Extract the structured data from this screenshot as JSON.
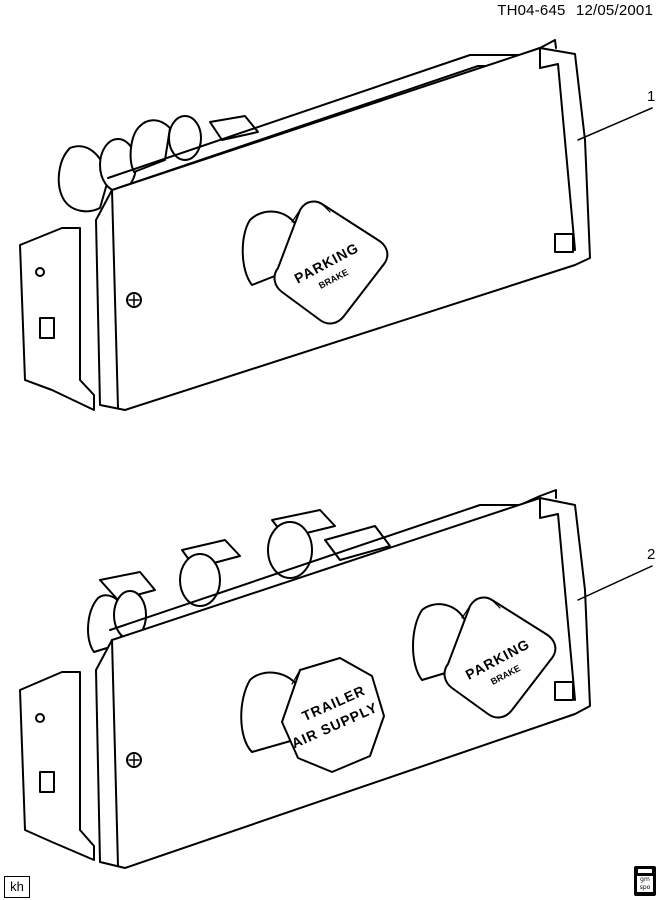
{
  "header": {
    "drawing_id": "TH04-645",
    "date": "12/05/2001"
  },
  "callouts": {
    "item_1": "1",
    "item_2": "2"
  },
  "panel_1": {
    "knob_label_line1": "PARKING",
    "knob_label_line2": "BRAKE"
  },
  "panel_2": {
    "left_knob_line1": "TRAILER",
    "left_knob_line2": "AIR SUPPLY",
    "right_knob_line1": "PARKING",
    "right_knob_line2": "BRAKE"
  },
  "footer": {
    "author_tag": "kh",
    "logo_line1": "gm",
    "logo_line2": "spo"
  },
  "colors": {
    "line": "#000000",
    "background": "#ffffff"
  }
}
